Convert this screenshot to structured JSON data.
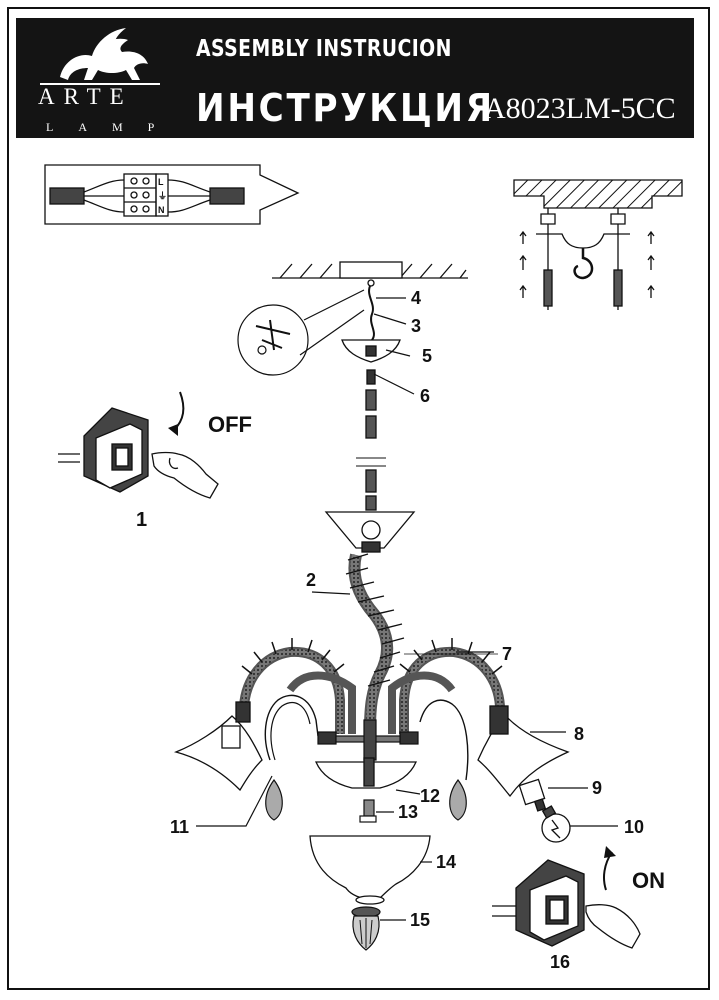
{
  "header": {
    "title_en": "ASSEMBLY INSTRUCION",
    "title_ru": "ИНСТРУКЦИЯ",
    "model": "A8023LM-5CC"
  },
  "logo": {
    "brand": "ARTE",
    "sub": "LAMP"
  },
  "switch_states": {
    "off": "OFF",
    "on": "ON"
  },
  "callouts": {
    "c1": "1",
    "c2": "2",
    "c3": "3",
    "c4": "4",
    "c5": "5",
    "c6": "6",
    "c7": "7",
    "c8": "8",
    "c9": "9",
    "c10": "10",
    "c11": "11",
    "c12": "12",
    "c13": "13",
    "c14": "14",
    "c15": "15",
    "c16": "16"
  },
  "terminal_labels": [
    "L",
    "⏚",
    "N"
  ],
  "icons": [
    "griffin-logo-icon",
    "wire-connector-icon",
    "ceiling-hook-icon",
    "wall-switch-icon",
    "hand-icon",
    "bulb-icon"
  ],
  "colors": {
    "header_bg": "#141414",
    "ink": "#111111",
    "paper": "#ffffff"
  }
}
